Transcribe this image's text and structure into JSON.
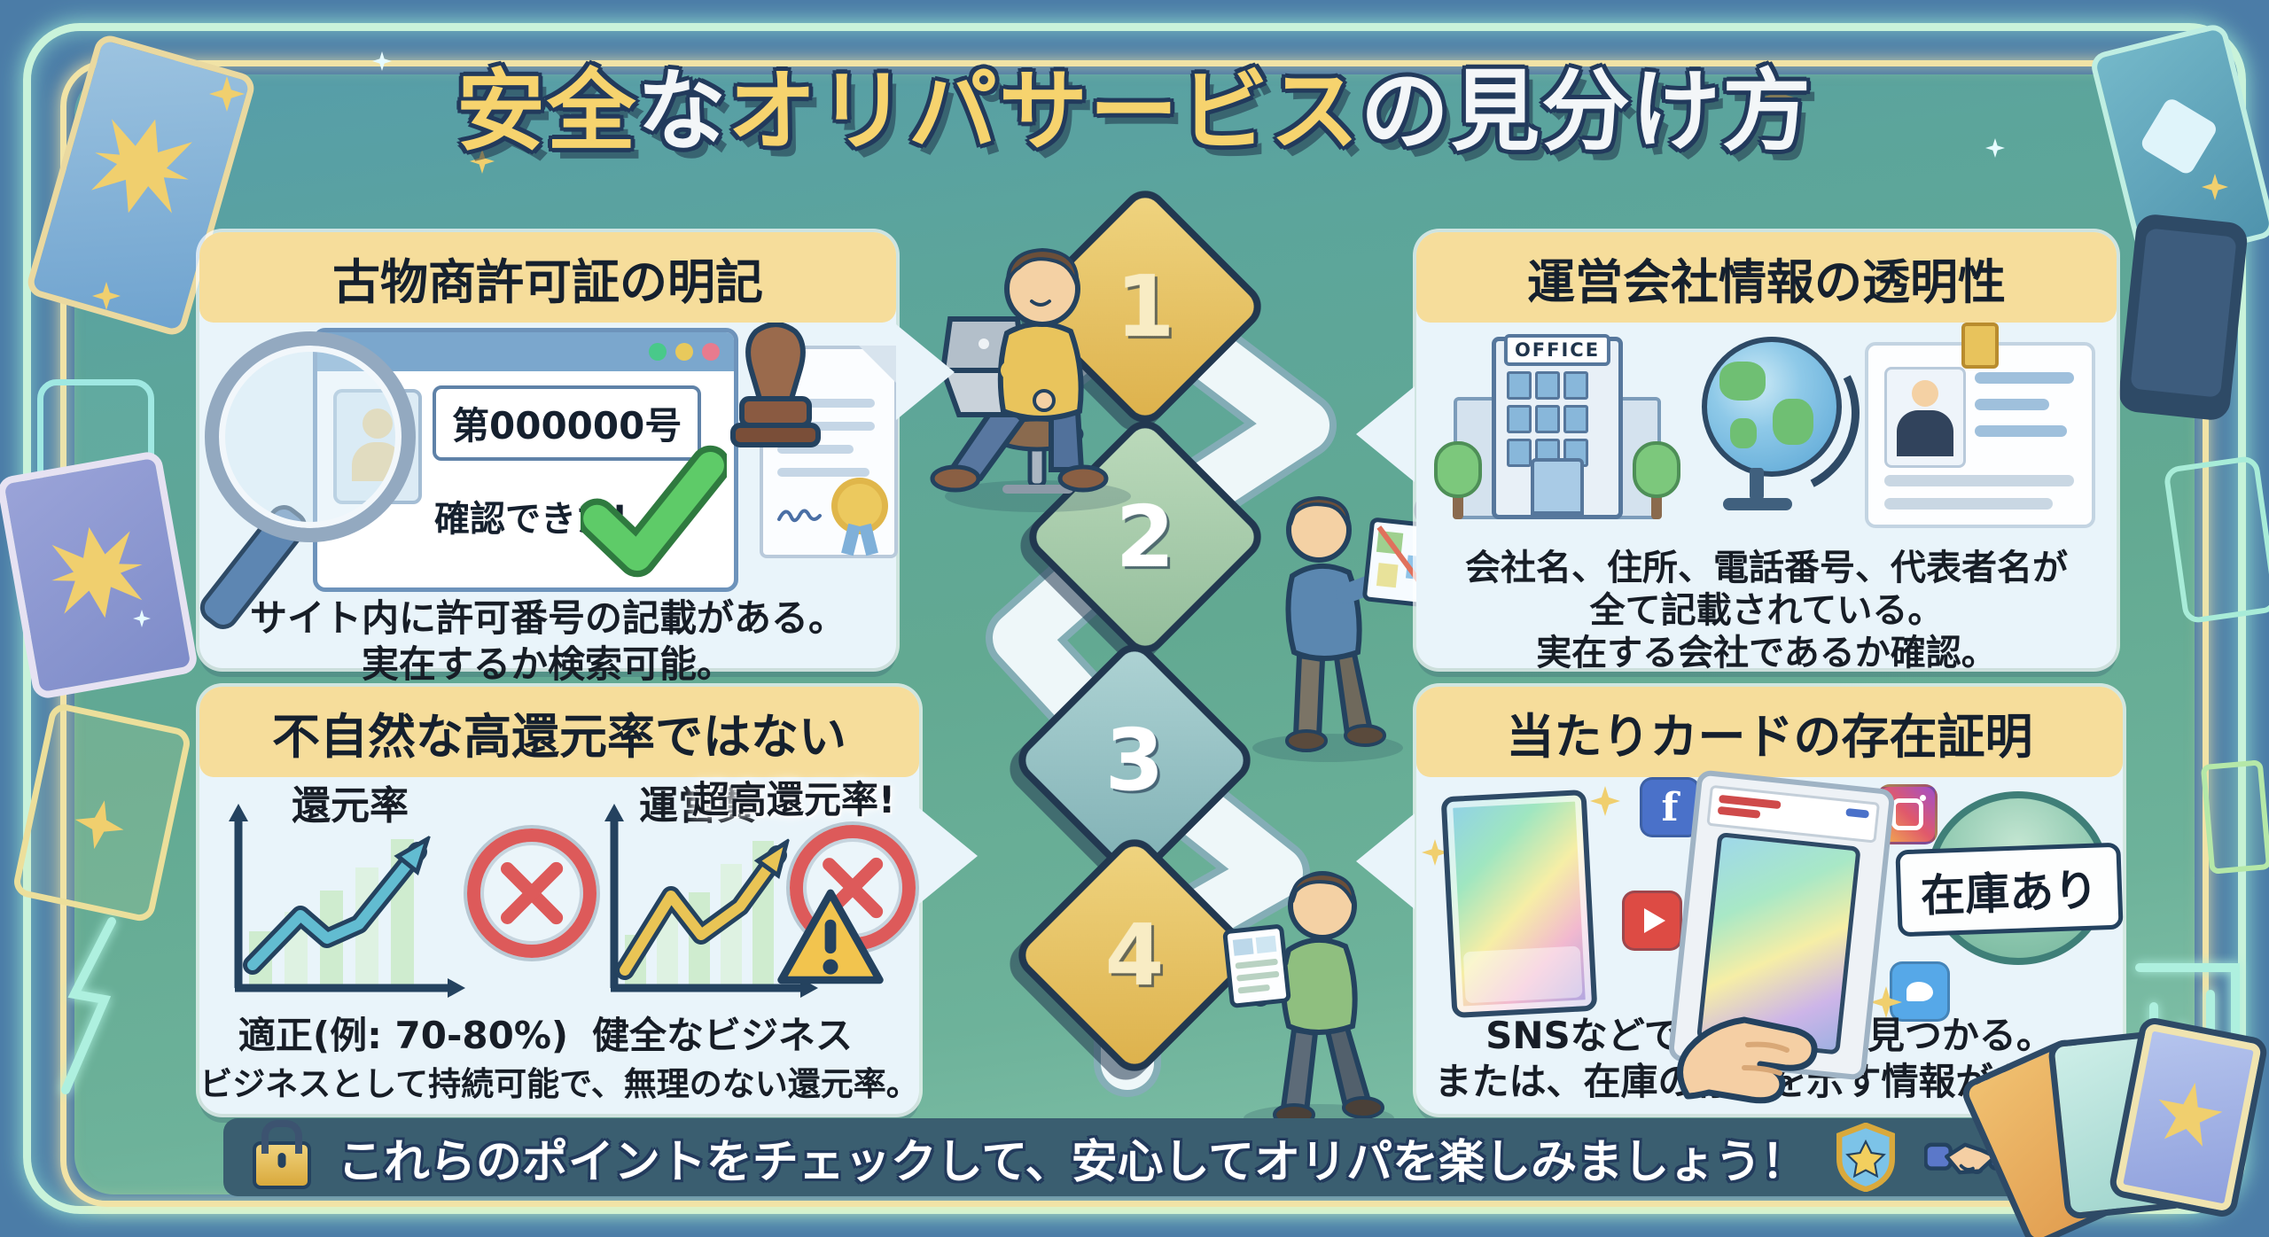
{
  "title": {
    "parts": [
      "安全",
      "な",
      "オリパサービス",
      "の見分け方"
    ]
  },
  "boxes": {
    "license": {
      "header": "古物商許可証の明記",
      "license_number": "第000000号",
      "confirm": "確認できた!",
      "caption1": "サイト内に許可番号の記載がある。",
      "caption2": "実在するか検索可能。"
    },
    "company": {
      "header": "運営会社情報の透明性",
      "office_sign": "OFFICE",
      "caption1": "会社名、住所、電話番号、代表者名が",
      "caption2": "全て記載されている。",
      "caption3": "実在する会社であるか確認。"
    },
    "rate": {
      "header": "不自然な高還元率ではない",
      "chart1_label": "還元率",
      "chart1_caption": "適正(例: 70-80%)",
      "chart2_label": "運営費",
      "warning_label": "超高還元率!",
      "chart2_caption": "健全なビジネス",
      "caption": "ビジネスとして持続可能で、無理のない還元率。"
    },
    "proof": {
      "header": "当たりカードの存在証明",
      "stock_badge": "在庫あり",
      "caption1": "SNSなどで当選報告が見つかる。",
      "caption2": "または、在庫の存在を示す情報がある。"
    }
  },
  "steps": [
    "1",
    "2",
    "3",
    "4"
  ],
  "footer": {
    "text": "これらのポイントをチェックして、安心してオリパを楽しみましょう！"
  },
  "sns": {
    "facebook_glyph": "f"
  },
  "icons": {
    "magnifier-icon": "lens-circle",
    "checkmark-icon": "green check",
    "stamp-icon": "ink stamp",
    "certificate-icon": "document with gold seal",
    "office-building-icon": "building with trees",
    "globe-icon": "desk globe",
    "id-card-icon": "badge with portrait",
    "ban-icon": "red circle with X",
    "warning-icon": "yellow triangle !",
    "facebook-icon": "f square",
    "youtube-icon": "play square",
    "instagram-icon": "camera square",
    "twitter-icon": "bird square",
    "map-pin-icon": "red pin",
    "lock-icon": "gold padlock",
    "shield-icon": "shield with star",
    "handshake-icon": "handshake",
    "sparkle-icon": "four-point star"
  },
  "colors": {
    "frame_background": "#4b7ca7",
    "neon_mint": "#c9f3da",
    "neon_yellow": "#f1e3a6",
    "interior_teal": "#63aa92",
    "box_body": "#e9f4fa",
    "box_header": "#f6dd9b",
    "navy_outline": "#24425f",
    "accent_gold": "#e3bd55",
    "ban_red": "#dd5a5a",
    "check_green": "#5ecb68",
    "step_gold": "#ddb14b",
    "step_green": "#93bd9b",
    "step_teal": "#7fb0b4"
  }
}
